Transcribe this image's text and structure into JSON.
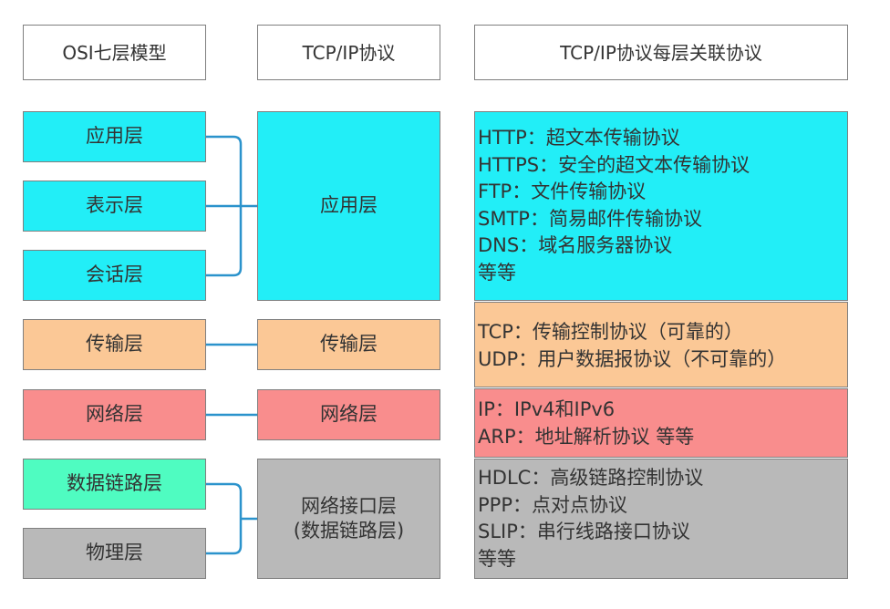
{
  "headers": {
    "osi": "OSI七层模型",
    "tcpip": "TCP/IP协议",
    "related": "TCP/IP协议每层关联协议"
  },
  "osi_layers": {
    "application": "应用层",
    "presentation": "表示层",
    "session": "会话层",
    "transport": "传输层",
    "network": "网络层",
    "datalink": "数据链路层",
    "physical": "物理层"
  },
  "tcpip_layers": {
    "application": "应用层",
    "transport": "传输层",
    "network": "网络层",
    "netif_line1": "网络接口层",
    "netif_line2": "(数据链路层)"
  },
  "protocols": {
    "application": [
      "HTTP：超文本传输协议",
      "HTTPS：安全的超文本传输协议",
      "FTP：文件传输协议",
      "SMTP：简易邮件传输协议",
      "DNS：域名服务器协议",
      "等等"
    ],
    "transport": [
      "TCP：传输控制协议（可靠的）",
      "UDP：用户数据报协议（不可靠的）"
    ],
    "network": [
      "IP：IPv4和IPv6",
      "ARP：地址解析协议   等等"
    ],
    "netif": [
      "HDLC：高级链路控制协议",
      "PPP：点对点协议",
      "SLIP：串行线路接口协议",
      "等等"
    ]
  },
  "colors": {
    "application": "#22eef7",
    "transport": "#fbc896",
    "network": "#f98d8d",
    "datalink": "#4ffcc1",
    "physical": "#b9b9b9",
    "connector": "#2b93cc"
  }
}
